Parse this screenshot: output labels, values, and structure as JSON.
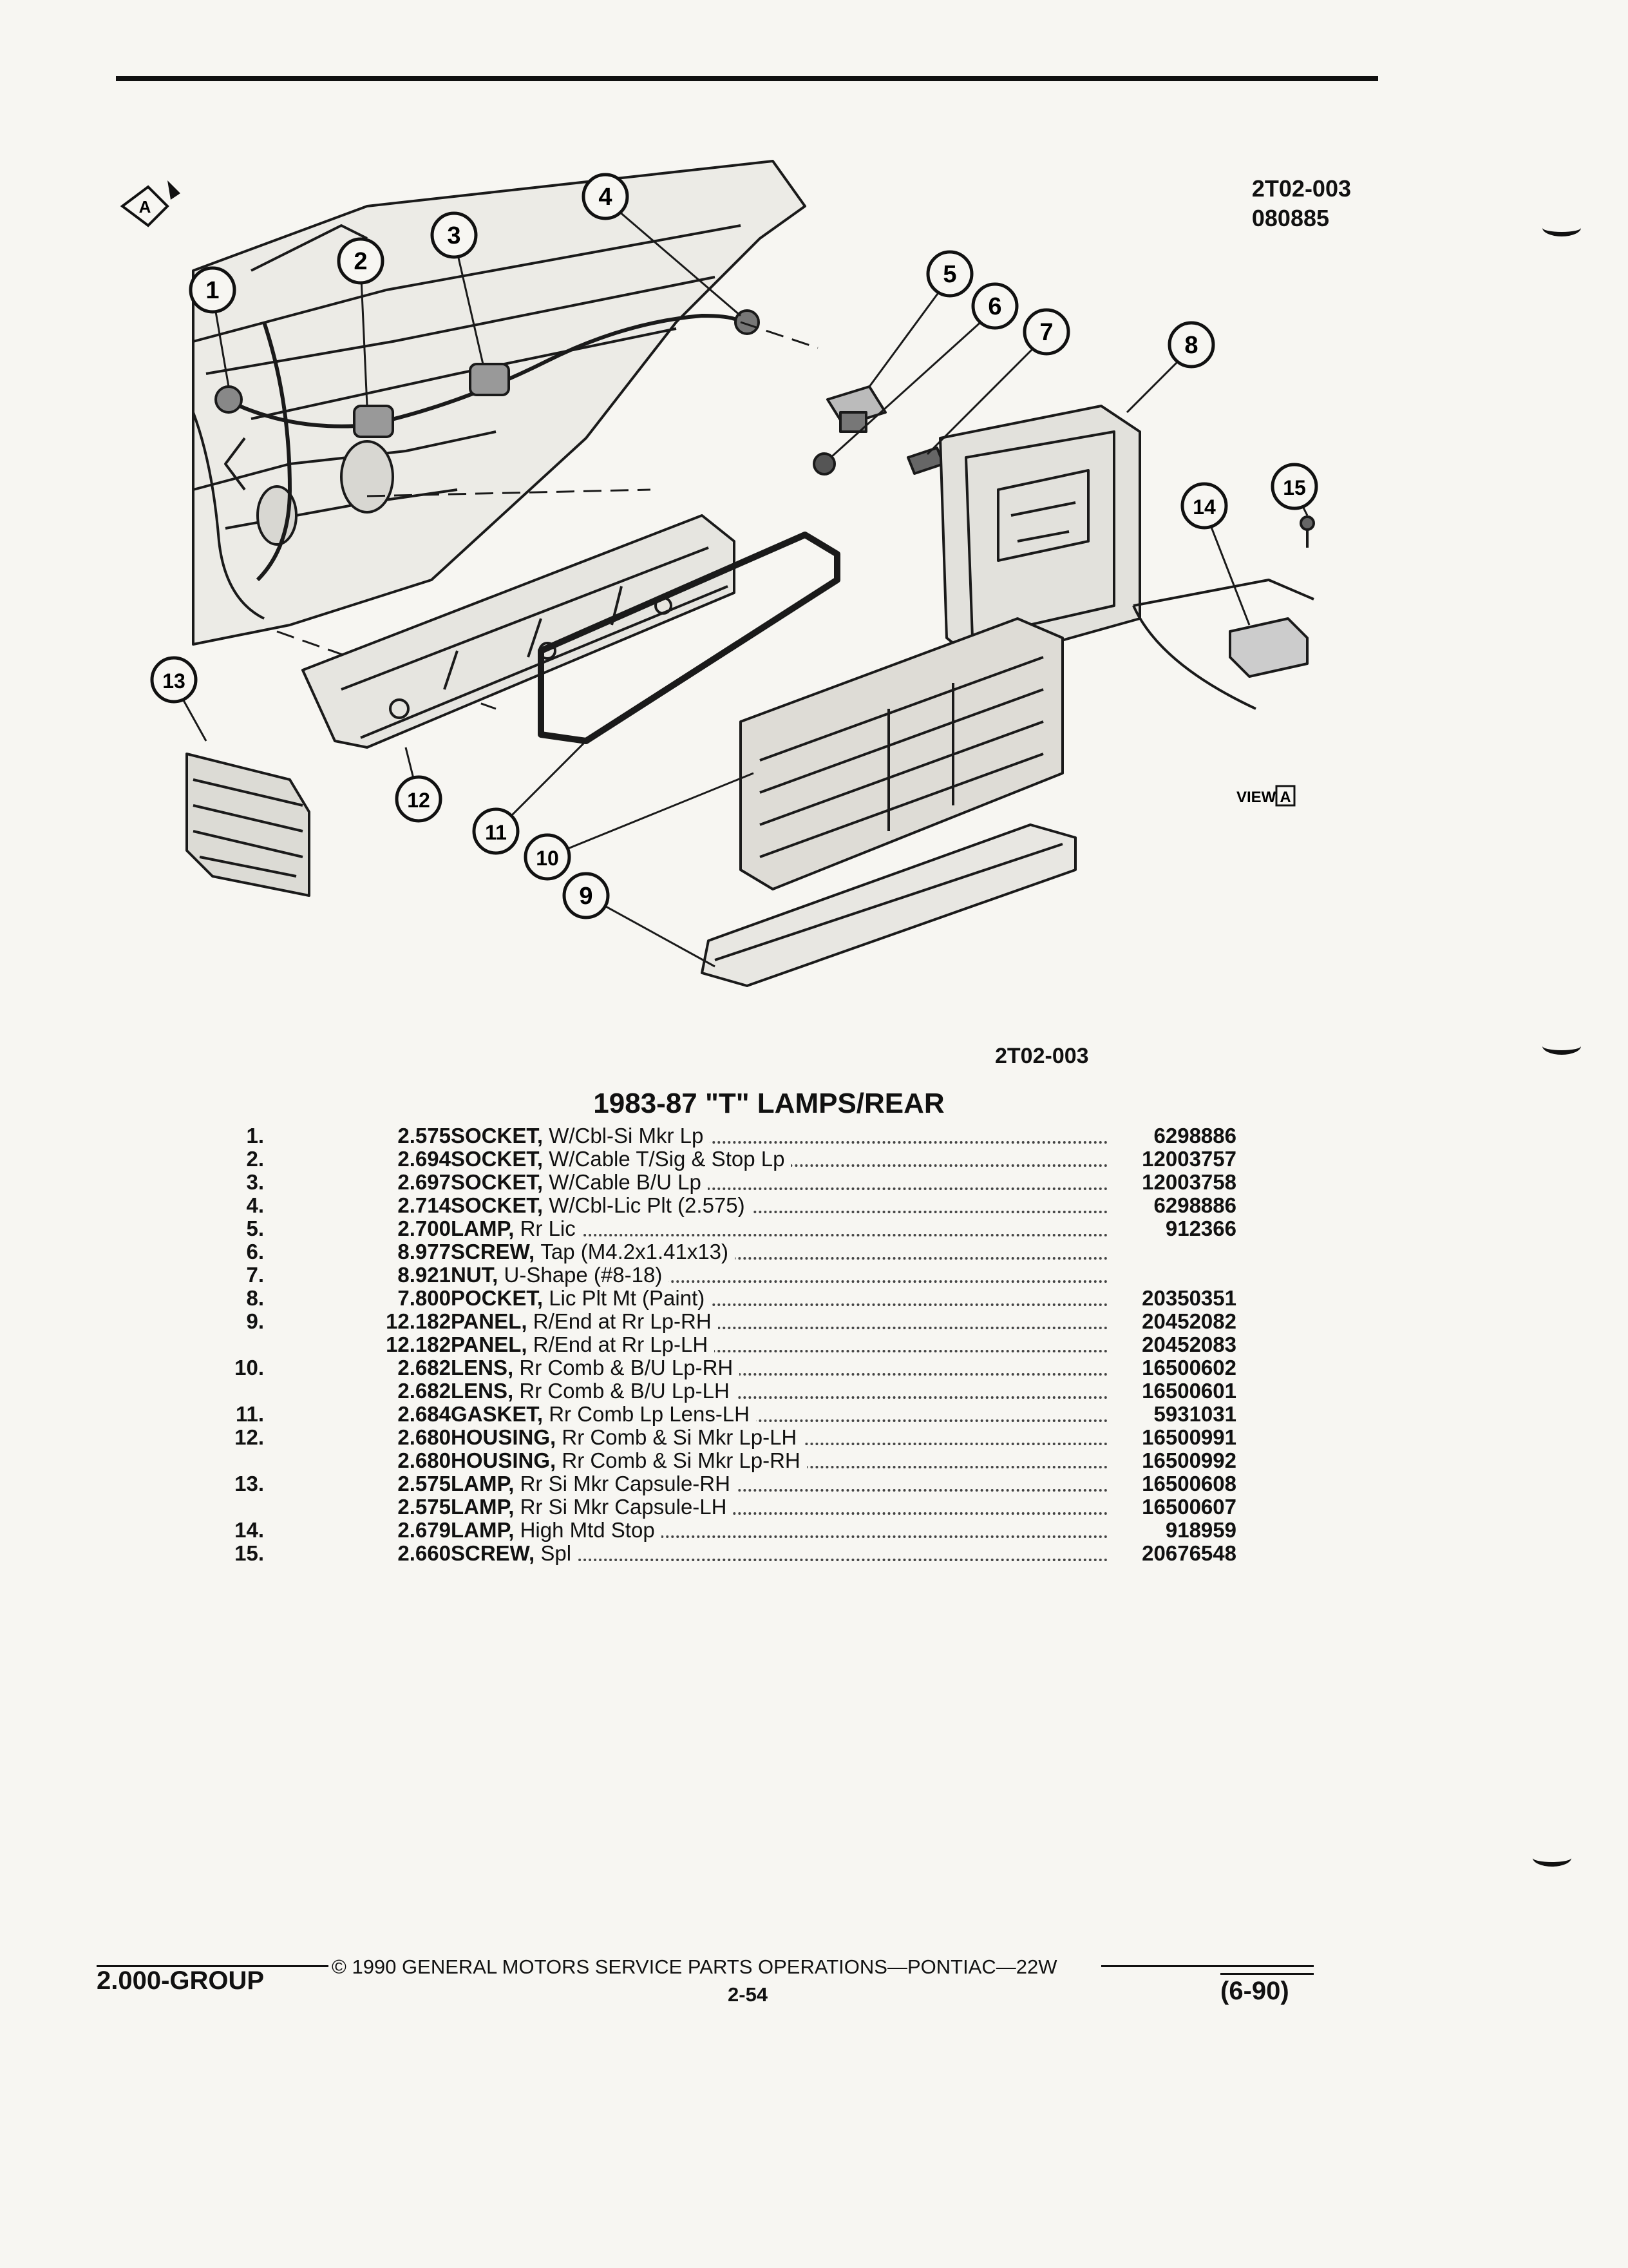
{
  "header": {
    "figure_code": "2T02-003",
    "figure_date": "080885"
  },
  "diagram": {
    "callouts": [
      "1",
      "2",
      "3",
      "4",
      "5",
      "6",
      "7",
      "8",
      "9",
      "10",
      "11",
      "12",
      "13",
      "14",
      "15"
    ],
    "view_label": "VIEW",
    "view_letter": "A",
    "orientation_marker": "A",
    "code": "2T02-003"
  },
  "title": "1983-87 \"T\" LAMPS/REAR",
  "parts": [
    {
      "ref": "1.",
      "group": "2.575",
      "name": "SOCKET,",
      "detail": "W/Cbl-Si Mkr Lp",
      "pn": "6298886"
    },
    {
      "ref": "2.",
      "group": "2.694",
      "name": "SOCKET,",
      "detail": "W/Cable T/Sig & Stop Lp",
      "pn": "12003757"
    },
    {
      "ref": "3.",
      "group": "2.697",
      "name": "SOCKET,",
      "detail": "W/Cable B/U Lp",
      "pn": "12003758"
    },
    {
      "ref": "4.",
      "group": "2.714",
      "name": "SOCKET,",
      "detail": "W/Cbl-Lic Plt (2.575)",
      "pn": "6298886"
    },
    {
      "ref": "5.",
      "group": "2.700",
      "name": "LAMP,",
      "detail": "Rr Lic",
      "pn": "912366"
    },
    {
      "ref": "6.",
      "group": "8.977",
      "name": "SCREW,",
      "detail": "Tap (M4.2x1.41x13)",
      "pn": ""
    },
    {
      "ref": "7.",
      "group": "8.921",
      "name": "NUT,",
      "detail": "U-Shape (#8-18)",
      "pn": ""
    },
    {
      "ref": "8.",
      "group": "7.800",
      "name": "POCKET,",
      "detail": "Lic Plt Mt (Paint)",
      "pn": "20350351"
    },
    {
      "ref": "9.",
      "group": "12.182",
      "name": "PANEL,",
      "detail": "R/End at Rr Lp-RH",
      "pn": "20452082"
    },
    {
      "ref": "",
      "group": "12.182",
      "name": "PANEL,",
      "detail": "R/End at Rr Lp-LH",
      "pn": "20452083"
    },
    {
      "ref": "10.",
      "group": "2.682",
      "name": "LENS,",
      "detail": "Rr Comb & B/U Lp-RH",
      "pn": "16500602"
    },
    {
      "ref": "",
      "group": "2.682",
      "name": "LENS,",
      "detail": "Rr Comb & B/U Lp-LH",
      "pn": "16500601"
    },
    {
      "ref": "11.",
      "group": "2.684",
      "name": "GASKET,",
      "detail": "Rr Comb Lp Lens-LH",
      "pn": "5931031"
    },
    {
      "ref": "12.",
      "group": "2.680",
      "name": "HOUSING,",
      "detail": "Rr Comb & Si Mkr Lp-LH",
      "pn": "16500991"
    },
    {
      "ref": "",
      "group": "2.680",
      "name": "HOUSING,",
      "detail": "Rr Comb & Si Mkr Lp-RH",
      "pn": "16500992"
    },
    {
      "ref": "13.",
      "group": "2.575",
      "name": "LAMP,",
      "detail": "Rr Si Mkr Capsule-RH",
      "pn": "16500608"
    },
    {
      "ref": "",
      "group": "2.575",
      "name": "LAMP,",
      "detail": "Rr Si Mkr Capsule-LH",
      "pn": "16500607"
    },
    {
      "ref": "14.",
      "group": "2.679",
      "name": "LAMP,",
      "detail": "High Mtd Stop",
      "pn": "918959"
    },
    {
      "ref": "15.",
      "group": "2.660",
      "name": "SCREW,",
      "detail": "Spl",
      "pn": "20676548"
    }
  ],
  "footer": {
    "group": "2.000-GROUP",
    "copyright": "© 1990 GENERAL MOTORS SERVICE PARTS OPERATIONS—PONTIAC—22W",
    "page": "2-54",
    "revision": "(6-90)"
  }
}
